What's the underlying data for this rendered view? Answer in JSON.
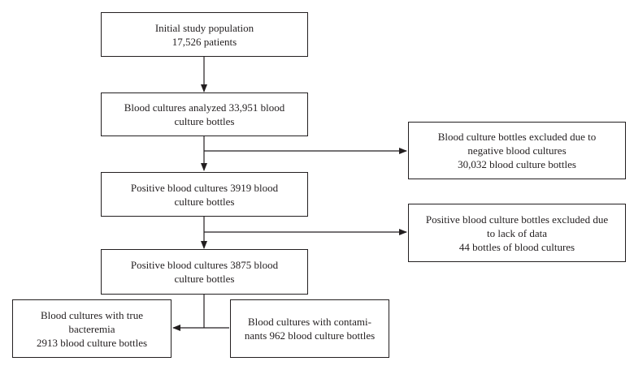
{
  "boxes": {
    "initial": {
      "lines": [
        "Initial study population",
        "17,526 patients"
      ]
    },
    "analyzed": {
      "lines": [
        "Blood cultures analyzed 33,951 blood",
        "culture bottles"
      ]
    },
    "excluded_negative": {
      "lines": [
        "Blood culture bottles excluded due to",
        "negative blood cultures",
        "30,032 blood culture bottles"
      ]
    },
    "positive_3919": {
      "lines": [
        "Positive blood cultures 3919 blood",
        "culture bottles"
      ]
    },
    "excluded_lack": {
      "lines": [
        "Positive blood culture bottles excluded due",
        "to lack of data",
        "44 bottles of blood cultures"
      ]
    },
    "positive_3875": {
      "lines": [
        "Positive blood cultures 3875 blood",
        "culture bottles"
      ]
    },
    "true_bacteremia": {
      "lines": [
        "Blood cultures with true",
        "bacteremia",
        "2913 blood culture bottles"
      ]
    },
    "contaminants": {
      "lines": [
        "Blood cultures with contami-",
        "nants 962 blood culture bottles"
      ]
    }
  },
  "colors": {
    "line": "#231f20",
    "box_border": "#231f20",
    "background": "#ffffff"
  }
}
